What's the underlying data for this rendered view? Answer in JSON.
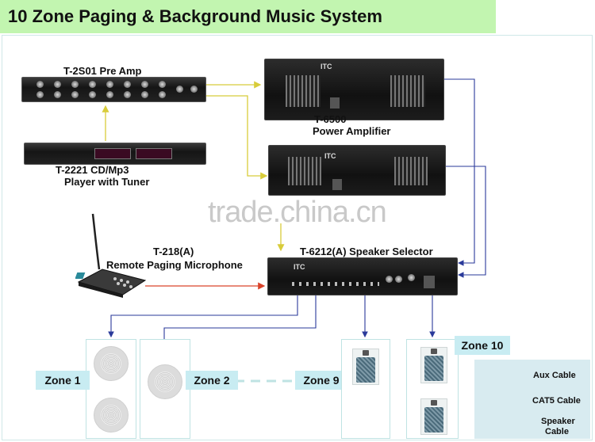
{
  "title": "10 Zone Paging & Background Music System",
  "devices": {
    "preamp": {
      "label": "T-2S01 Pre Amp"
    },
    "cd_player": {
      "line1": "T-2221 CD/Mp3",
      "line2": "Player with Tuner"
    },
    "power_amp": {
      "line1": "T-6500",
      "line2": "Power Amplifier"
    },
    "microphone": {
      "line1": "T-218(A)",
      "line2": "Remote Paging Microphone"
    },
    "selector": {
      "label": "T-6212(A) Speaker Selector"
    }
  },
  "brand_mark": "ITC",
  "zones": [
    {
      "label": "Zone 1"
    },
    {
      "label": "Zone 2"
    },
    {
      "label": "Zone 9"
    },
    {
      "label": "Zone 10"
    }
  ],
  "legend": {
    "aux": "Aux Cable",
    "cat5": "CAT5 Cable",
    "speaker_line1": "Speaker",
    "speaker_line2": "Cable"
  },
  "watermark": "trade.china.cn",
  "colors": {
    "title_bg": "#c2f5b0",
    "aux_cable": "#d8cc3a",
    "cat5_cable": "#d9432a",
    "speaker_cable": "#2a3a9a",
    "zone_label_bg": "#c8ecf2",
    "legend_bg": "#d8ebf0"
  },
  "icons": [
    "ceiling-speaker-icon",
    "wall-speaker-icon",
    "paging-microphone-icon",
    "arrow-icon"
  ]
}
